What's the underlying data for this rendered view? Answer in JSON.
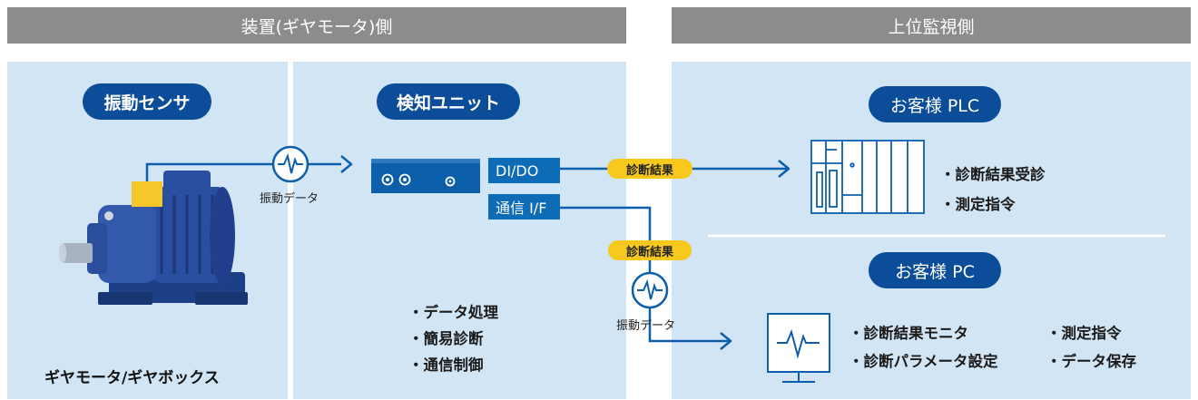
{
  "headers": {
    "device_side": "装置(ギヤモータ)側",
    "monitor_side": "上位監視側"
  },
  "pills": {
    "sensor": "振動センサ",
    "unit": "検知ユニット",
    "plc": "お客様 PLC",
    "pc": "お客様 PC"
  },
  "ports": {
    "dido": "DI/DO",
    "comm": "通信 I/F"
  },
  "badges": {
    "result_top": "診断結果",
    "result_mid": "診断結果"
  },
  "labels": {
    "vib_data_top": "振動データ",
    "vib_data_mid": "振動データ"
  },
  "motor_caption": "ギヤモータ/ギヤボックス",
  "unit_functions": [
    "・データ処理",
    "・簡易診断",
    "・通信制御"
  ],
  "plc_functions": [
    "・診断結果受診",
    "・測定指令"
  ],
  "pc_functions_left": [
    "・診断結果モニタ",
    "・診断パラメータ設定"
  ],
  "pc_functions_right": [
    "・測定指令",
    "・データ保存"
  ],
  "colors": {
    "header_gray": "#8c8c8c",
    "panel_blue": "#d2e5f4",
    "pill_navy": "#0b4d98",
    "line_blue": "#0d5fac",
    "badge_yellow": "#f8c81c",
    "sensor_yellow": "#f6c62a"
  }
}
